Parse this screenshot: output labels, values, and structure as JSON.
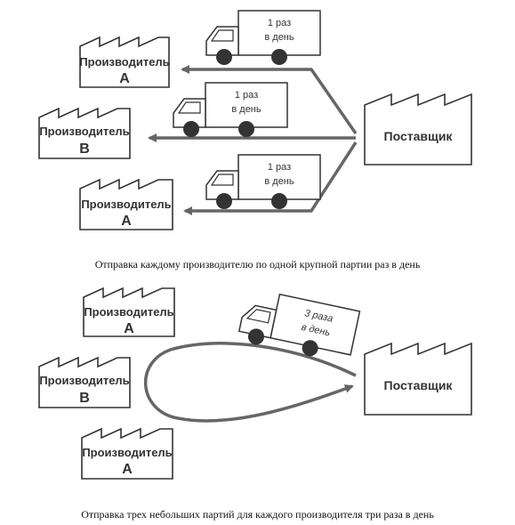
{
  "top": {
    "supplier": "Поставщик",
    "producers": [
      {
        "label": "Производитель",
        "letter": "А"
      },
      {
        "label": "Производитель",
        "letter": "В"
      },
      {
        "label": "Производитель",
        "letter": "А"
      }
    ],
    "trucks": [
      {
        "line1": "1 раз",
        "line2": "в день"
      },
      {
        "line1": "1 раз",
        "line2": "в день"
      },
      {
        "line1": "1 раз",
        "line2": "в день"
      }
    ],
    "caption": "Отправка каждому производителю по одной крупной партии раз в день"
  },
  "bottom": {
    "supplier": "Поставщик",
    "producers": [
      {
        "label": "Производитель",
        "letter": "А"
      },
      {
        "label": "Производитель",
        "letter": "В"
      },
      {
        "label": "Производитель",
        "letter": "А"
      }
    ],
    "truck": {
      "line1": "3 раза",
      "line2": "в день"
    },
    "caption": "Отправка трех небольших партий для каждого производителя три раза в день"
  }
}
